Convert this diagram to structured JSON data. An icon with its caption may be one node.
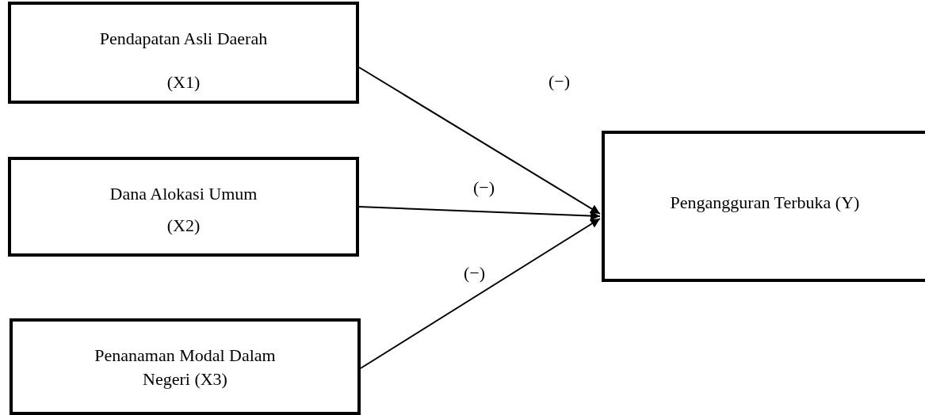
{
  "diagram": {
    "nodes": [
      {
        "text": [
          "Pendapatan Asli Daerah",
          "(X1)"
        ]
      },
      {
        "text": [
          "Dana Alokasi Umum",
          "(X2)"
        ]
      },
      {
        "text": [
          "Penanaman Modal Dalam Negeri (X3)"
        ]
      },
      {
        "text": [
          "Pengangguran Terbuka (Y)"
        ]
      }
    ],
    "edges": [
      {
        "from": 0,
        "to": 3,
        "arrow": "to",
        "label": "(−)"
      },
      {
        "from": 1,
        "to": 3,
        "arrow": "to",
        "label": "(−)"
      },
      {
        "from": 2,
        "to": 3,
        "arrow": "to",
        "label": "(−)"
      }
    ]
  }
}
